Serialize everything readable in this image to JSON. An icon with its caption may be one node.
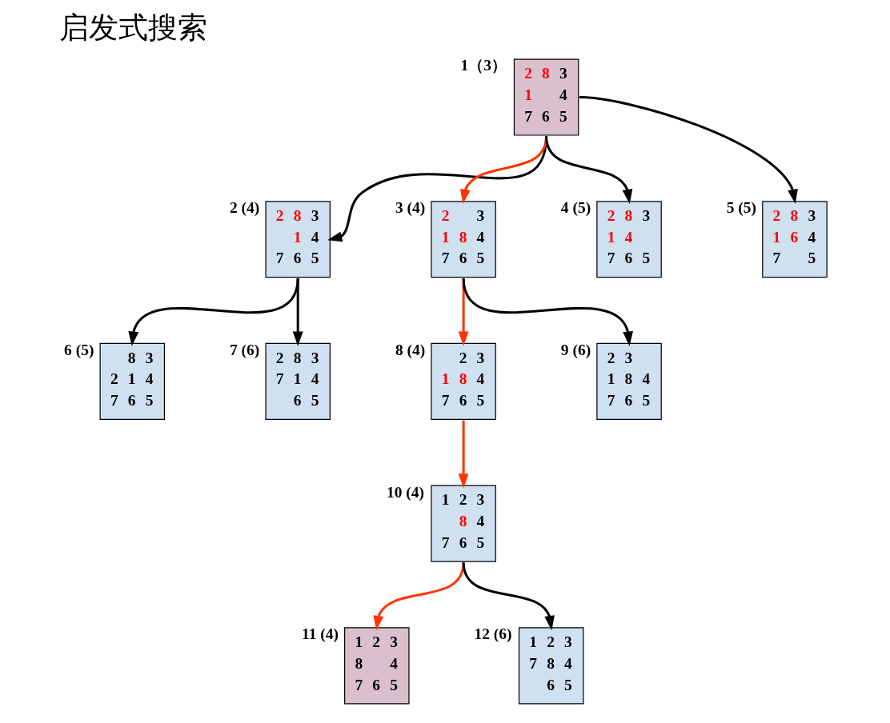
{
  "diagram": {
    "title": "启发式搜索",
    "nodes": [
      {
        "text": [
          "2 8 3",
          "1   4",
          "7 6 5"
        ],
        "beside": [
          "1（3）"
        ]
      },
      {
        "text": [
          "2 8 3",
          "  1 4",
          "7 6 5"
        ],
        "beside": [
          "2 (4)"
        ]
      },
      {
        "text": [
          "2   3",
          "1 8 4",
          "7 6 5"
        ],
        "beside": [
          "3 (4)"
        ]
      },
      {
        "text": [
          "2 8 3",
          "1 4  ",
          "7 6 5"
        ],
        "beside": [
          "4 (5)"
        ]
      },
      {
        "text": [
          "2 8 3",
          "1 6 4",
          "7   5"
        ],
        "beside": [
          "5 (5)"
        ]
      },
      {
        "text": [
          "  8 3",
          "2 1 4",
          "7 6 5"
        ],
        "beside": [
          "6 (5)"
        ]
      },
      {
        "text": [
          "2 8 3",
          "7 1 4",
          "  6 5"
        ],
        "beside": [
          "7 (6)"
        ]
      },
      {
        "text": [
          "  2 3",
          "1 8 4",
          "7 6 5"
        ],
        "beside": [
          "8 (4)"
        ]
      },
      {
        "text": [
          "2 3  ",
          "1 8 4",
          "7 6 5"
        ],
        "beside": [
          "9 (6)"
        ]
      },
      {
        "text": [
          "1 2 3",
          "  8 4",
          "7 6 5"
        ],
        "beside": [
          "10 (4)"
        ]
      },
      {
        "text": [
          "1 2 3",
          "8   4",
          "7 6 5"
        ],
        "beside": [
          "11 (4)"
        ]
      },
      {
        "text": [
          "1 2 3",
          "7 8 4",
          "  6 5"
        ],
        "beside": [
          "12 (6)"
        ]
      }
    ],
    "edges": [
      {
        "from": 0,
        "to": 1,
        "arrow": "to"
      },
      {
        "from": 0,
        "to": 2,
        "arrow": "to",
        "color": "#ff3300"
      },
      {
        "from": 0,
        "to": 3,
        "arrow": "to"
      },
      {
        "from": 0,
        "to": 4,
        "arrow": "to"
      },
      {
        "from": 1,
        "to": 5,
        "arrow": "to"
      },
      {
        "from": 1,
        "to": 6,
        "arrow": "to"
      },
      {
        "from": 2,
        "to": 7,
        "arrow": "to",
        "color": "#ff3300"
      },
      {
        "from": 2,
        "to": 8,
        "arrow": "to"
      },
      {
        "from": 7,
        "to": 9,
        "arrow": "to",
        "color": "#ff3300"
      },
      {
        "from": 9,
        "to": 10,
        "arrow": "to",
        "color": "#ff3300"
      },
      {
        "from": 9,
        "to": 11,
        "arrow": "to"
      }
    ]
  }
}
